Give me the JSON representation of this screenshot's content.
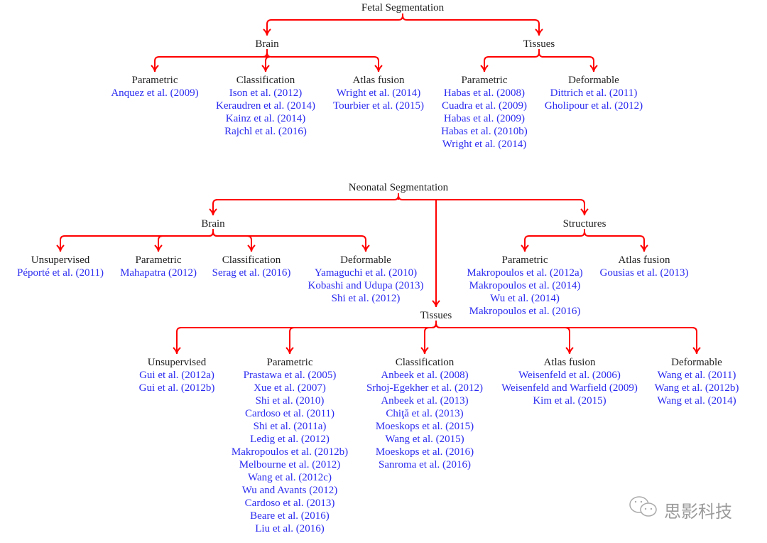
{
  "fetal": {
    "title": "Fetal Segmentation",
    "brain": {
      "label": "Brain",
      "parametric": {
        "label": "Parametric",
        "refs": [
          "Anquez et al. (2009)"
        ]
      },
      "classification": {
        "label": "Classification",
        "refs": [
          "Ison et al. (2012)",
          "Keraudren et al. (2014)",
          "Kainz et al. (2014)",
          "Rajchl et al. (2016)"
        ]
      },
      "atlas_fusion": {
        "label": "Atlas fusion",
        "refs": [
          "Wright et al. (2014)",
          "Tourbier et al. (2015)"
        ]
      }
    },
    "tissues": {
      "label": "Tissues",
      "parametric": {
        "label": "Parametric",
        "refs": [
          "Habas et al. (2008)",
          "Cuadra et al. (2009)",
          "Habas et al. (2009)",
          "Habas et al. (2010b)",
          "Wright et al. (2014)"
        ]
      },
      "deformable": {
        "label": "Deformable",
        "refs": [
          "Dittrich et al. (2011)",
          "Gholipour et al. (2012)"
        ]
      }
    }
  },
  "neonatal": {
    "title": "Neonatal Segmentation",
    "brain": {
      "label": "Brain",
      "unsupervised": {
        "label": "Unsupervised",
        "refs": [
          "Péporté et al. (2011)"
        ]
      },
      "parametric": {
        "label": "Parametric",
        "refs": [
          "Mahapatra (2012)"
        ]
      },
      "classification": {
        "label": "Classification",
        "refs": [
          "Serag et al. (2016)"
        ]
      },
      "deformable": {
        "label": "Deformable",
        "refs": [
          "Yamaguchi et al. (2010)",
          "Kobashi and Udupa (2013)",
          "Shi et al. (2012)"
        ]
      }
    },
    "structures": {
      "label": "Structures",
      "parametric": {
        "label": "Parametric",
        "refs": [
          "Makropoulos et al. (2012a)",
          "Makropoulos et al. (2014)",
          "Wu et al. (2014)",
          "Makropoulos et al. (2016)"
        ]
      },
      "atlas_fusion": {
        "label": "Atlas fusion",
        "refs": [
          "Gousias et al. (2013)"
        ]
      }
    },
    "tissues": {
      "label": "Tissues",
      "unsupervised": {
        "label": "Unsupervised",
        "refs": [
          "Gui et al. (2012a)",
          "Gui et al. (2012b)"
        ]
      },
      "parametric": {
        "label": "Parametric",
        "refs": [
          "Prastawa et al. (2005)",
          "Xue et al. (2007)",
          "Shi et al. (2010)",
          "Cardoso et al. (2011)",
          "Shi et al. (2011a)",
          "Ledig et al. (2012)",
          "Makropoulos et al. (2012b)",
          "Melbourne et al. (2012)",
          "Wang et al. (2012c)",
          "Wu and Avants (2012)",
          "Cardoso et al. (2013)",
          "Beare et al. (2016)",
          "Liu et al. (2016)"
        ]
      },
      "classification": {
        "label": "Classification",
        "refs": [
          "Anbeek et al. (2008)",
          "Srhoj-Egekher et al. (2012)",
          "Anbeek et al. (2013)",
          "Chiţă et al. (2013)",
          "Moeskops et al. (2015)",
          "Wang et al. (2015)",
          "Moeskops et al. (2016)",
          "Sanroma et al. (2016)"
        ]
      },
      "atlas_fusion": {
        "label": "Atlas fusion",
        "refs": [
          "Weisenfeld et al. (2006)",
          "Weisenfeld and Warfield (2009)",
          "Kim et al. (2015)"
        ]
      },
      "deformable": {
        "label": "Deformable",
        "refs": [
          "Wang et al. (2011)",
          "Wang et al. (2012b)",
          "Wang et al. (2014)"
        ]
      }
    }
  },
  "watermark": {
    "text": "思影科技"
  },
  "colors": {
    "arrow": "#ff0000",
    "reference": "#2b2bf0",
    "text": "#222222"
  }
}
